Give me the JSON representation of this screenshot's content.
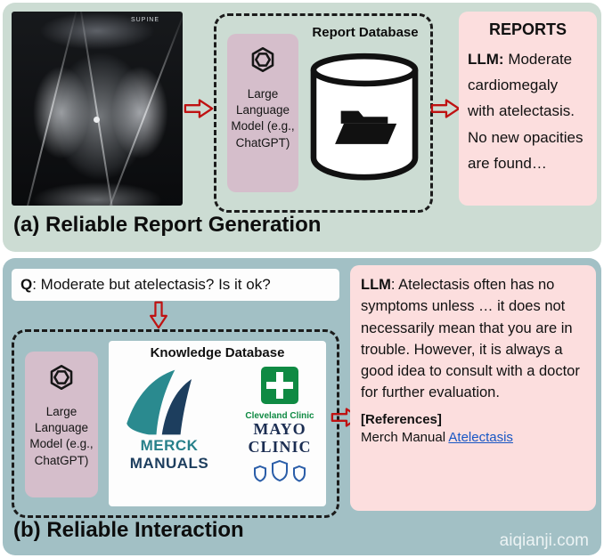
{
  "panel_a": {
    "caption": "(a) Reliable Report Generation",
    "xray": {
      "label": "SUPINE"
    },
    "llm_box": {
      "label": "Large Language Model (e.g., ChatGPT)"
    },
    "database": {
      "title": "Report Database"
    },
    "reports": {
      "title": "REPORTS",
      "prefix": "LLM:",
      "body": " Moderate cardiomegaly with atelectasis. No new opacities are found…"
    }
  },
  "panel_b": {
    "caption": "(b) Reliable Interaction",
    "question": {
      "prefix": "Q",
      "body": ": Moderate but atelectasis? Is it ok?"
    },
    "llm_box": {
      "label": "Large Language Model (e.g., ChatGPT)"
    },
    "knowledge": {
      "title": "Knowledge Database",
      "merck_line1": "MERCK",
      "merck_line2": "MANUALS",
      "cleveland": "Cleveland Clinic",
      "mayo_line1": "MAYO",
      "mayo_line2": "CLINIC"
    },
    "answer": {
      "prefix": "LLM",
      "body": ": Atelectasis often has no symptoms unless … it does not necessarily mean that you are in trouble. However, it is always a good idea to consult with a doctor for further evaluation.",
      "references_title": "[References]",
      "reference_source": "Merch Manual ",
      "reference_link": "Atelectasis"
    }
  },
  "watermark": "aiqianji.com"
}
